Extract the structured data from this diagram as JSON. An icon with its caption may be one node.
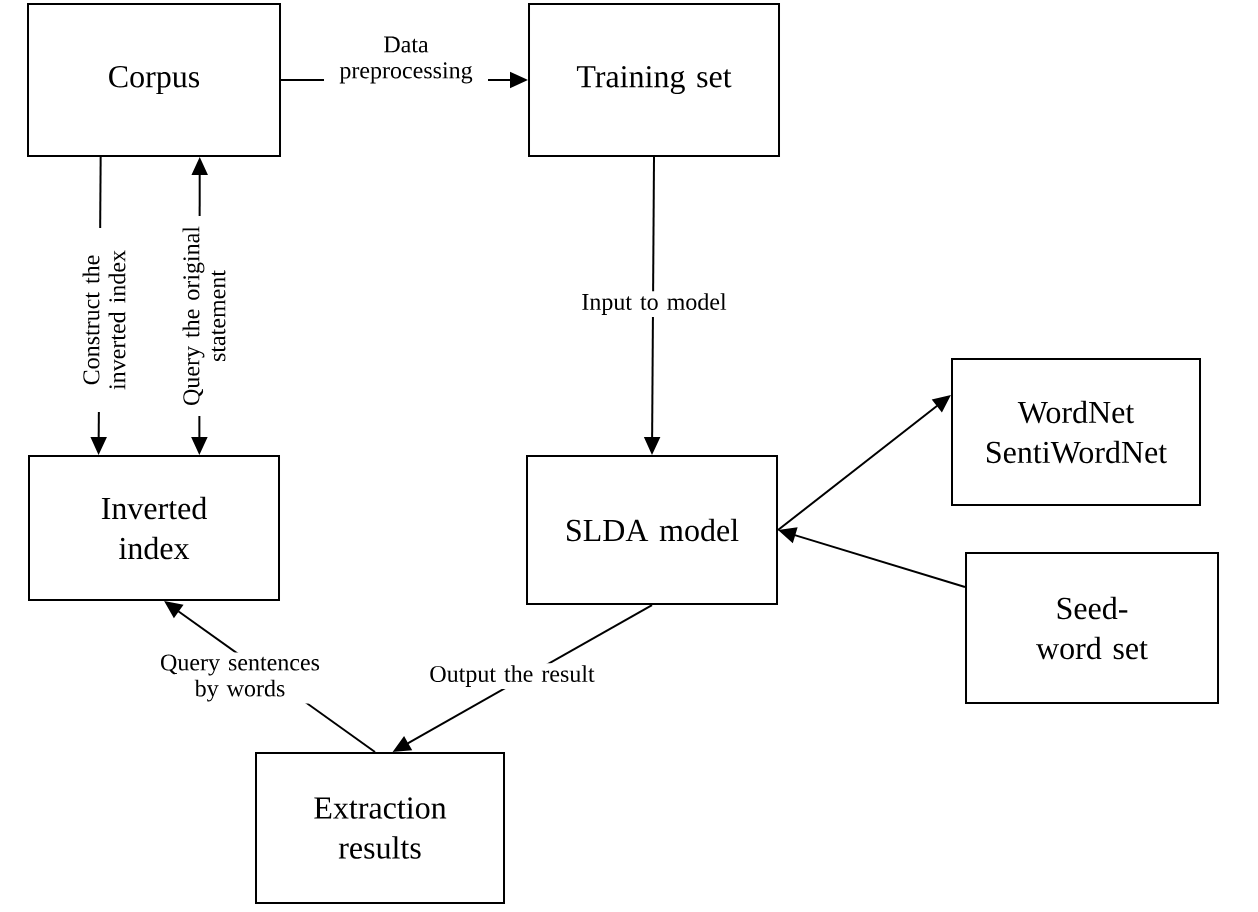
{
  "diagram": {
    "nodes": [
      {
        "text": [
          "Corpus"
        ]
      },
      {
        "text": [
          "Training set"
        ]
      },
      {
        "text": [
          "Inverted index"
        ]
      },
      {
        "text": [
          "SLDA model"
        ]
      },
      {
        "text": [
          "WordNet SentiWordNet"
        ]
      },
      {
        "text": [
          "Seed-word set"
        ]
      },
      {
        "text": [
          "Extraction results"
        ]
      }
    ],
    "edges": [
      {
        "from": 0,
        "to": 1,
        "arrow": "to",
        "label": "Data preprocessing"
      },
      {
        "from": 0,
        "to": 2,
        "arrow": "to",
        "label": "Construct the inverted index"
      },
      {
        "from": 2,
        "to": 0,
        "arrow": "both",
        "label": "Query the original statement"
      },
      {
        "from": 1,
        "to": 3,
        "arrow": "to",
        "label": "Input to model"
      },
      {
        "from": 3,
        "to": 4,
        "arrow": "to"
      },
      {
        "from": 5,
        "to": 3,
        "arrow": "to"
      },
      {
        "from": 6,
        "to": 2,
        "arrow": "to",
        "label": "Query sentences by words"
      },
      {
        "from": 3,
        "to": 6,
        "arrow": "to",
        "label": "Output the result"
      }
    ]
  }
}
